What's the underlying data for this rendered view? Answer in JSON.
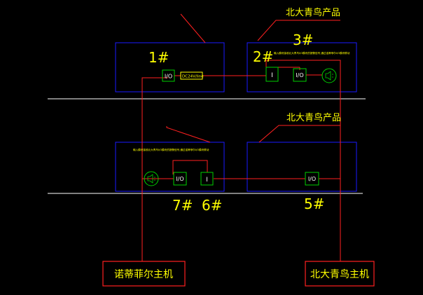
{
  "labels": {
    "top_product": "北大青鸟产品",
    "mid_product": "北大青鸟产品",
    "n1": "1#",
    "n2": "2#",
    "n3": "3#",
    "n5": "5#",
    "n6": "6#",
    "n7": "7#",
    "io": "I/O",
    "i": "I",
    "dc24v": "DC24V/line",
    "host_left": "诺蒂菲尔主机",
    "host_right": "北大青鸟主机",
    "note_top": "输入模块接收北大青鸟I/O模块的报警信号,通过诺蒂菲尔I/O模块联动",
    "note_mid": "输入模块接收北大青鸟I/O模块的报警信号,通过诺蒂菲尔I/O模块联动"
  },
  "colors": {
    "background": "#000000",
    "box_blue": "#1a1aff",
    "wire_red": "#ff2020",
    "module_green": "#00d000",
    "text_yellow": "#ffff00",
    "floor_line": "#ffffff"
  },
  "icons": [
    "speaker-icon",
    "io-module-icon",
    "input-module-icon"
  ]
}
